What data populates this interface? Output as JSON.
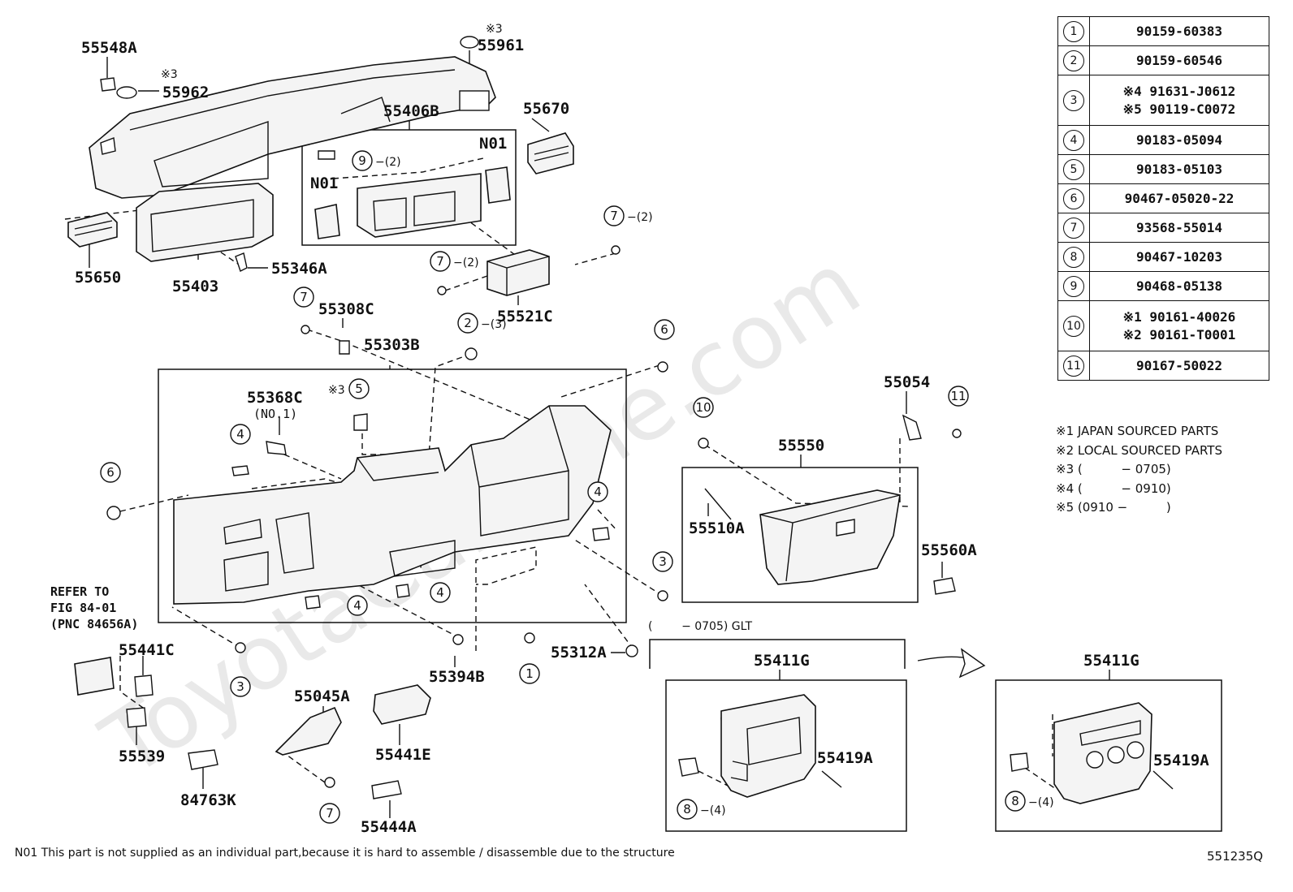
{
  "watermark": "ToyotaCarMine.com",
  "part_labels": [
    "55548A",
    "55962",
    "55961",
    "55406B",
    "55670",
    "N01",
    "N01",
    "55650",
    "55403",
    "55346A",
    "55521C",
    "55308C",
    "55303B",
    "55368C",
    "(NO.1)",
    "55054",
    "55550",
    "55510A",
    "55560A",
    "55441C",
    "55539",
    "84763K",
    "55045A",
    "55441E",
    "55444A",
    "55394B",
    "55312A",
    "55411G",
    "55419A",
    "55411G",
    "55419A"
  ],
  "annotations": {
    "refer_line1": "REFER TO",
    "refer_line2": "FIG 84-01",
    "refer_line3": "(PNC 84656A)",
    "mark3_a": "※3",
    "mark3_b": "※3",
    "mark3_c": "※3",
    "glt_variant": "(        − 0705) GLT"
  },
  "callout_suffixes": [
    "−(2)",
    "−(2)",
    "−(2)",
    "−(3)",
    "−(4)",
    "−(4)"
  ],
  "parts_table": [
    {
      "ref": "1",
      "lines": [
        "90159-60383"
      ]
    },
    {
      "ref": "2",
      "lines": [
        "90159-60546"
      ]
    },
    {
      "ref": "3",
      "lines": [
        "※4 91631-J0612",
        "※5 90119-C0072"
      ]
    },
    {
      "ref": "4",
      "lines": [
        "90183-05094"
      ]
    },
    {
      "ref": "5",
      "lines": [
        "90183-05103"
      ]
    },
    {
      "ref": "6",
      "lines": [
        "90467-05020-22"
      ]
    },
    {
      "ref": "7",
      "lines": [
        "93568-55014"
      ]
    },
    {
      "ref": "8",
      "lines": [
        "90467-10203"
      ]
    },
    {
      "ref": "9",
      "lines": [
        "90468-05138"
      ]
    },
    {
      "ref": "10",
      "lines": [
        "※1 90161-40026",
        "※2 90161-T0001"
      ]
    },
    {
      "ref": "11",
      "lines": [
        "90167-50022"
      ]
    }
  ],
  "notes": [
    "※1 JAPAN SOURCED PARTS",
    "※2 LOCAL SOURCED PARTS",
    "※3 (          − 0705)",
    "※4 (          − 0910)",
    "※5 (0910 −          )"
  ],
  "footer_note": "N01 This part is not supplied as an individual part,because it is hard to assemble / disassemble due to the structure",
  "drawing_code": "551235Q"
}
